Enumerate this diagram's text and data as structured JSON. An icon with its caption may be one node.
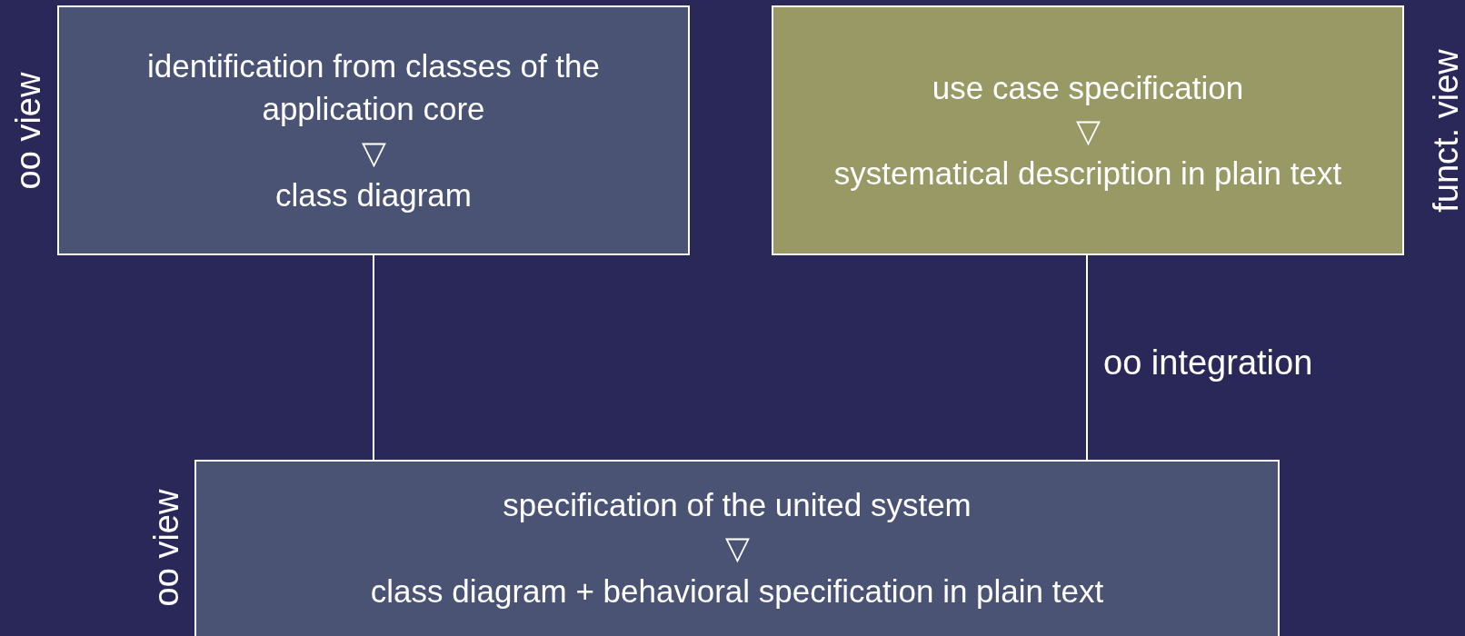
{
  "diagram": {
    "nodes": [
      {
        "text": [
          "identification from classes of the application core",
          "▽",
          "class diagram"
        ],
        "beside": [
          "oo view"
        ]
      },
      {
        "text": [
          "use case specification",
          "▽",
          "systematical description in plain text"
        ],
        "beside": [
          "funct. view"
        ]
      },
      {
        "text": [
          "specification of the united system",
          "▽",
          "class diagram + behavioral specification in plain text"
        ],
        "beside": [
          "oo view"
        ]
      }
    ],
    "edges": [
      {
        "from": 0,
        "to": 2,
        "arrow": "none"
      },
      {
        "from": 1,
        "to": 2,
        "arrow": "none",
        "label": "oo integration"
      }
    ]
  }
}
